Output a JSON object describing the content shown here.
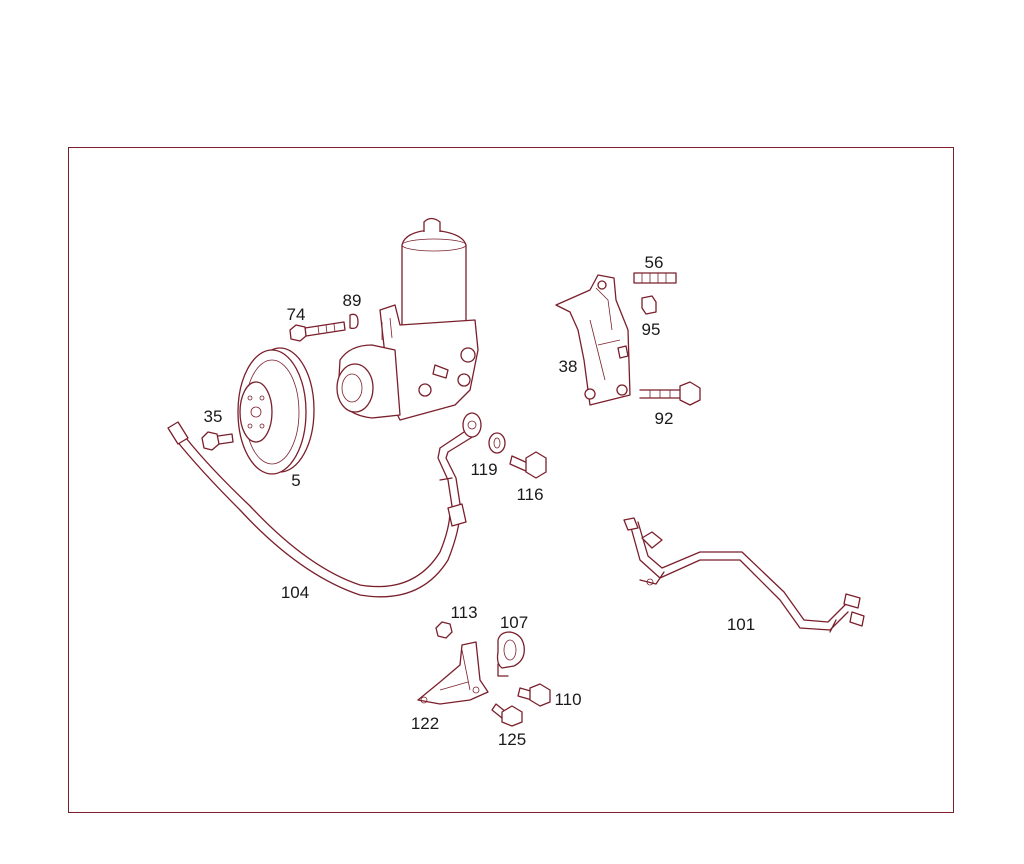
{
  "diagram": {
    "line_color": "#7a1f2b",
    "label_color": "#1a1a1a",
    "callouts": {
      "c74": "74",
      "c89": "89",
      "c35": "35",
      "c5": "5",
      "c56": "56",
      "c95": "95",
      "c38": "38",
      "c92": "92",
      "c119": "119",
      "c116": "116",
      "c104": "104",
      "c113": "113",
      "c107": "107",
      "c110": "110",
      "c122": "122",
      "c125": "125",
      "c101": "101"
    }
  }
}
